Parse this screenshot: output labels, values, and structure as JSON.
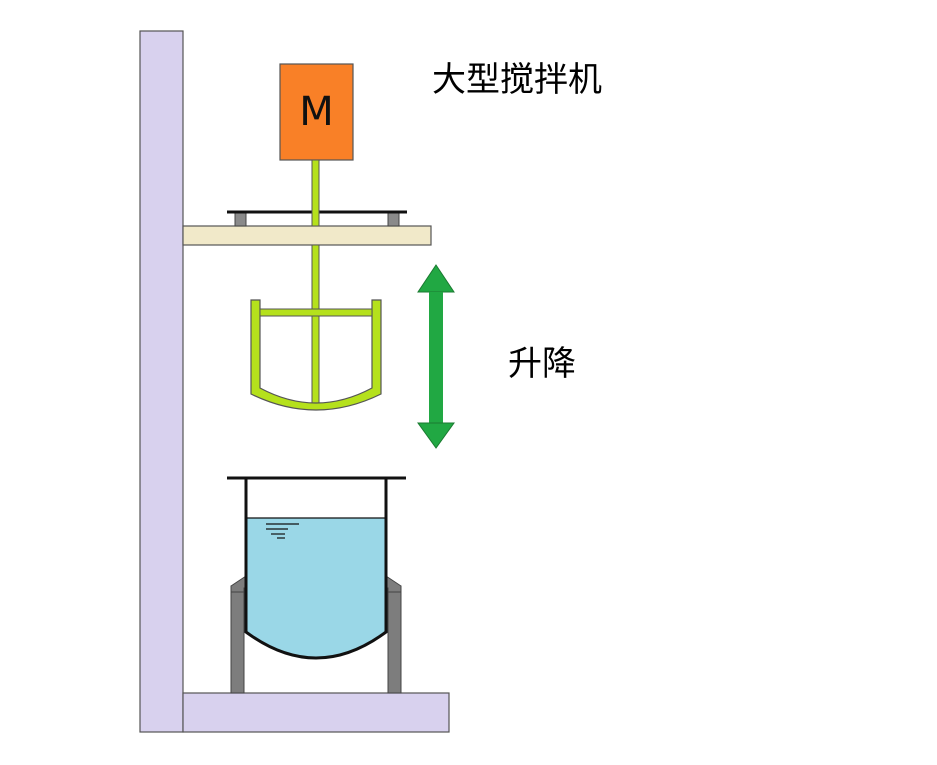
{
  "diagram": {
    "title": "大型搅拌机",
    "lift_label": "升降",
    "motor_label": "M"
  },
  "colors": {
    "frame": "#d8d1ee",
    "frame_stroke": "#555555",
    "motor": "#f98027",
    "shaft": "#b5e11c",
    "platform": "#f1e9c9",
    "arrow": "#21a843",
    "liquid": "#9ad7e7",
    "support": "#7d7d7d"
  }
}
